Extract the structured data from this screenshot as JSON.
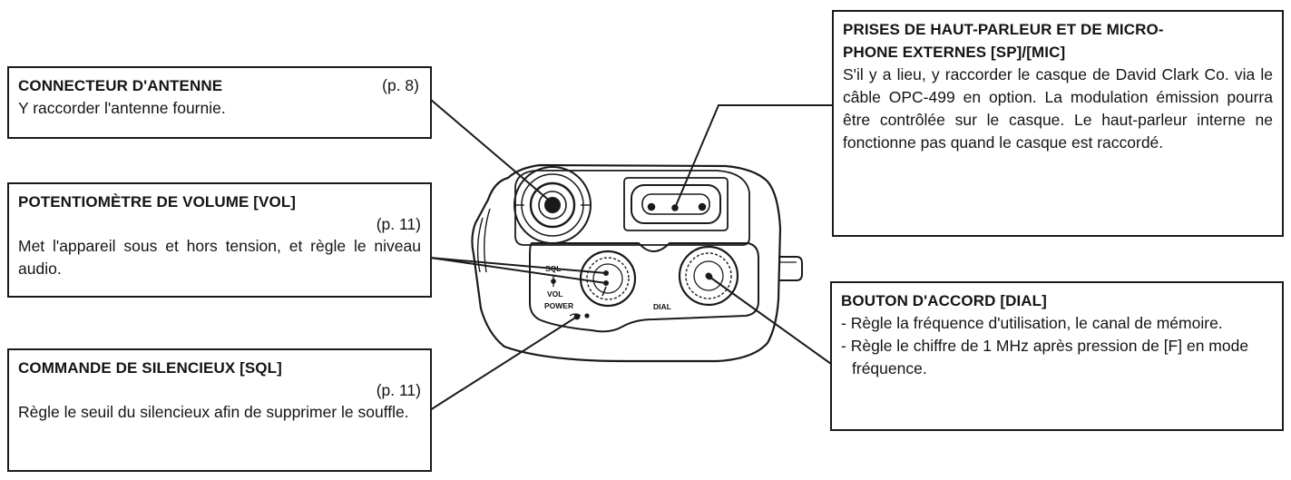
{
  "antenna": {
    "title": "CONNECTEUR D'ANTENNE",
    "ref": "(p. 8)",
    "description": "Y raccorder l'antenne fournie."
  },
  "volume": {
    "title": "POTENTIOMÈTRE DE VOLUME [VOL]",
    "ref": "(p. 11)",
    "description": "Met l'appareil sous et hors tension, et règle le niveau audio."
  },
  "squelch": {
    "title": "COMMANDE DE SILENCIEUX [SQL]",
    "ref": "(p. 11)",
    "description": "Règle le seuil du silencieux afin de supprimer le souffle."
  },
  "jacks": {
    "title_line1": "PRISES DE HAUT-PARLEUR ET DE MICRO-",
    "title_line2": "PHONE EXTERNES [SP]/[MIC]",
    "description": "S'il y a lieu, y raccorder le casque de David Clark Co. via le câble OPC-499 en option. La modulation émission pourra être contrôlée sur le casque. Le haut-parleur interne ne fonctionne pas quand le casque est raccordé."
  },
  "dial": {
    "title": "BOUTON D'ACCORD [DIAL]",
    "items": [
      "Règle la fréquence d'utilisation, le canal de mémoire.",
      "Règle le chiffre de 1 MHz après pression de [F] en mode fréquence."
    ]
  },
  "device_labels": {
    "sql": "SQL",
    "vol": "VOL",
    "power": "POWER",
    "dial": "DIAL"
  }
}
